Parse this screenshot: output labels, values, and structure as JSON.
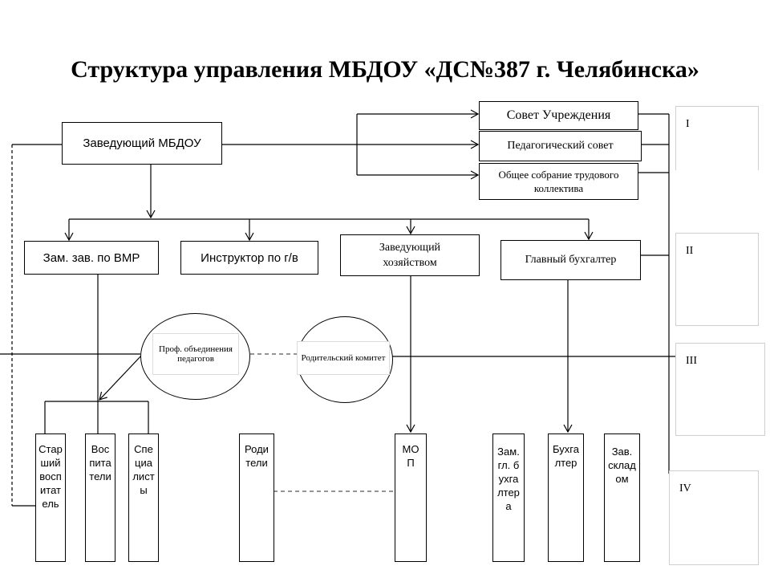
{
  "title": "Структура управления МБДОУ «ДС№387 г. Челябинска»",
  "boxes": {
    "head": "Заведующий МБДОУ",
    "council": "Совет Учреждения",
    "ped_council": "Педагогический совет",
    "assembly": "Общее собрание трудового коллектива",
    "deputy_vmr": "Зам. зав. по ВМР",
    "instructor": "Инструктор по г/в",
    "housekeeper": "Заведующий хозяйством",
    "accountant": "Главный бухгалтер"
  },
  "ellipses": {
    "prof": "Проф. объединения педагогов",
    "parents_committee": "Родительский комитет"
  },
  "bottom": {
    "senior_educator": "Старший воспитатель",
    "educators": "Воспитатели",
    "specialists": "Специалисты",
    "parents": "Родители",
    "mop": "МОП",
    "deputy_accountant": "Зам. гл. бухгалтера",
    "bookkeeper": "Бухгалтер",
    "storekeeper": "Зав. складом"
  },
  "levels": [
    "I",
    "II",
    "III",
    "IV"
  ]
}
